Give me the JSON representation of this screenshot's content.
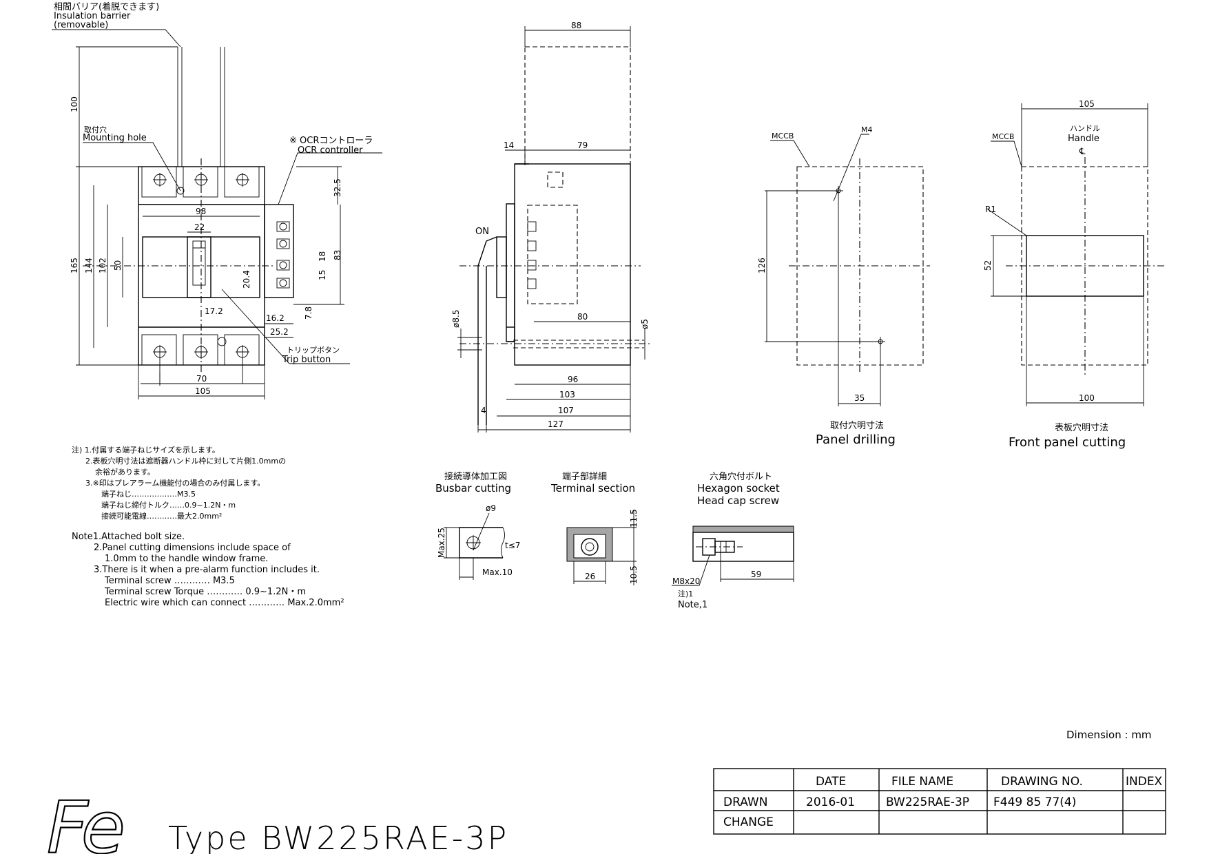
{
  "front_view": {
    "insulation_barrier_jp": "相間バリア(着脱できます)",
    "insulation_barrier_en": "Insulation barrier",
    "insulation_barrier_en2": "(removable)",
    "mounting_hole_jp": "取付穴",
    "mounting_hole_en": "Mounting hole",
    "ocr_jp": "※ OCRコントローラ",
    "ocr_en": "OCR controller",
    "trip_jp": "トリップボタン",
    "trip_en": "Trip button",
    "dims": [
      "100",
      "165",
      "144",
      "102",
      "50",
      "98",
      "22",
      "32.5",
      "83",
      "18",
      "15",
      "20.4",
      "17.2",
      "7.8",
      "16.2",
      "25.2",
      "70",
      "105"
    ]
  },
  "side_view": {
    "on_label": "ON",
    "dims": [
      "88",
      "14",
      "79",
      "80",
      "ø5",
      "ø8.5",
      "96",
      "103",
      "107",
      "4",
      "127"
    ]
  },
  "panel_drilling": {
    "mccb": "MCCB",
    "m4": "M4",
    "dims": [
      "126",
      "35"
    ],
    "title_jp": "取付穴明寸法",
    "title_en": "Panel drilling"
  },
  "front_panel": {
    "mccb": "MCCB",
    "handle_jp": "ハンドル",
    "handle_en": "Handle",
    "cl": "℄",
    "r1": "R1",
    "dims": [
      "105",
      "52",
      "100"
    ],
    "title_jp": "表板穴明寸法",
    "title_en": "Front panel cutting"
  },
  "busbar": {
    "title_jp": "接続導体加工図",
    "title_en": "Busbar cutting",
    "dims": [
      "ø9",
      "Max.25",
      "t≤7",
      "Max.10"
    ]
  },
  "terminal": {
    "title_jp": "端子部詳細",
    "title_en": "Terminal section",
    "dims": [
      "11.5",
      "26",
      "10.5"
    ]
  },
  "hex_screw": {
    "title_jp": "六角穴付ボルト",
    "title_en1": "Hexagon socket",
    "title_en2": "Head cap screw",
    "dims": [
      "M8x20",
      "59"
    ],
    "note_jp": "注)1",
    "note_en": "Note,1"
  },
  "notes_jp": [
    "注) 1.付属する端子ねじサイズを示します。",
    "2.表板穴明寸法は遮断器ハンドル枠に対して片側1.0mmの",
    "余裕があります。",
    "3.※印はプレアラーム機能付の場合のみ付属します。",
    "端子ねじ………………M3.5",
    "端子ねじ締付トルク……0.9~1.2N・m",
    "接続可能電線…………最大2.0mm²"
  ],
  "notes_en": [
    "Note1.Attached bolt size.",
    "2.Panel cutting dimensions include space of",
    "1.0mm to the handle window frame.",
    "3.There is it when a pre-alarm function includes it.",
    "Terminal screw ………… M3.5",
    "Terminal screw Torque ………… 0.9~1.2N・m",
    "Electric wire which can connect ………… Max.2.0mm²"
  ],
  "dimension_unit": "Dimension : mm",
  "title_block": {
    "headers": [
      "DATE",
      "FILE NAME",
      "DRAWING NO.",
      "INDEX"
    ],
    "rows": [
      {
        "label": "DRAWN",
        "date": "2016-01",
        "file": "BW225RAE-3P",
        "drawing": "F449 85 77(4)",
        "index": ""
      },
      {
        "label": "CHANGE",
        "date": "",
        "file": "",
        "drawing": "",
        "index": ""
      }
    ]
  },
  "logo_text": "Fe",
  "type_label": "Type BW225RAE-3P"
}
